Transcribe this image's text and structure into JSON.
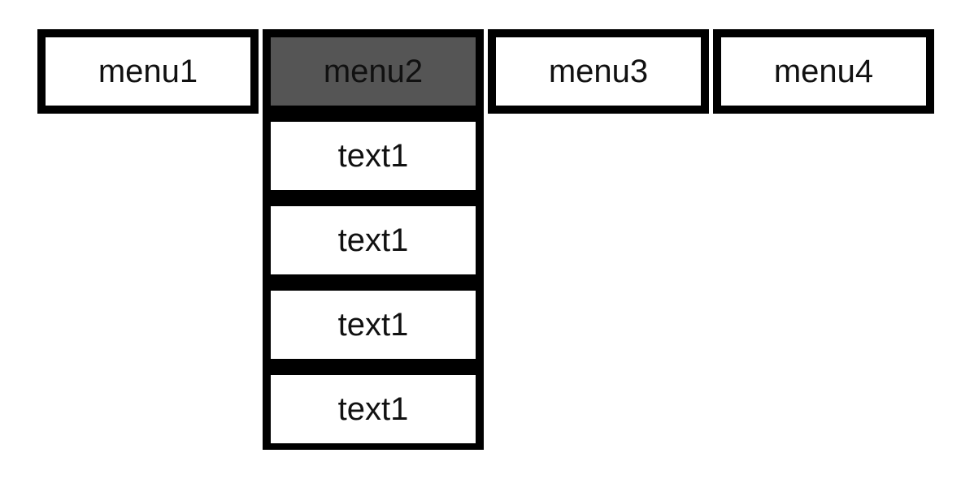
{
  "colors": {
    "page_background": "#ffffff",
    "border": "#000000",
    "menu_background": "#ffffff",
    "active_menu_background": "#555555",
    "dropdown_background": "#000000",
    "dropdown_item_background": "#ffffff",
    "text": "#111111"
  },
  "menu_bar": {
    "items": [
      {
        "label": "menu1",
        "active": false
      },
      {
        "label": "menu2",
        "active": true
      },
      {
        "label": "menu3",
        "active": false
      },
      {
        "label": "menu4",
        "active": false
      }
    ]
  },
  "dropdown": {
    "attached_to": "menu2",
    "open": true,
    "items": [
      {
        "label": "text1"
      },
      {
        "label": "text1"
      },
      {
        "label": "text1"
      },
      {
        "label": "text1"
      }
    ]
  }
}
